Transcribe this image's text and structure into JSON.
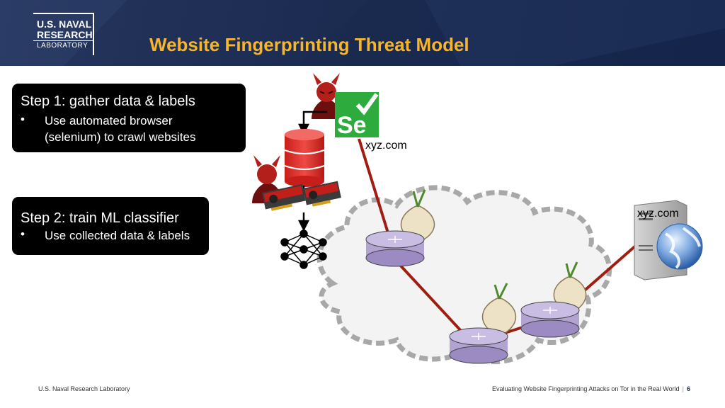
{
  "header": {
    "logo_line1": "U.S. NAVAL",
    "logo_line2": "RESEARCH",
    "logo_line3": "LABORATORY",
    "title": "Website Fingerprinting Threat Model"
  },
  "steps": [
    {
      "heading": "Step 1: gather data & labels",
      "bullet": "•",
      "bullet_text_1": "Use automated browser",
      "bullet_text_2": "(selenium) to crawl websites"
    },
    {
      "heading": "Step 2: train ML classifier",
      "bullet": "•",
      "bullet_text_1": "Use collected data & labels"
    }
  ],
  "diagram": {
    "client_label": "xyz.com",
    "server_label": "xyz.com",
    "selenium_logo_text": "Se",
    "icons": [
      "devil-attacker-icon",
      "selenium-logo-icon",
      "database-icon",
      "gpu-cards-icon",
      "neural-network-icon",
      "tor-onion-icon",
      "router-icon",
      "web-server-icon",
      "globe-icon",
      "cloud-icon"
    ],
    "colors": {
      "link": "#a01d12",
      "router": "#b3a3d3",
      "db": "#e8312c",
      "selenium": "#2dab3d",
      "title": "#f7b52a"
    }
  },
  "footer": {
    "left": "U.S. Naval Research Laboratory",
    "right": "Evaluating Website Fingerprinting Attacks on Tor in the Real World",
    "separator": "|",
    "page": "6"
  }
}
